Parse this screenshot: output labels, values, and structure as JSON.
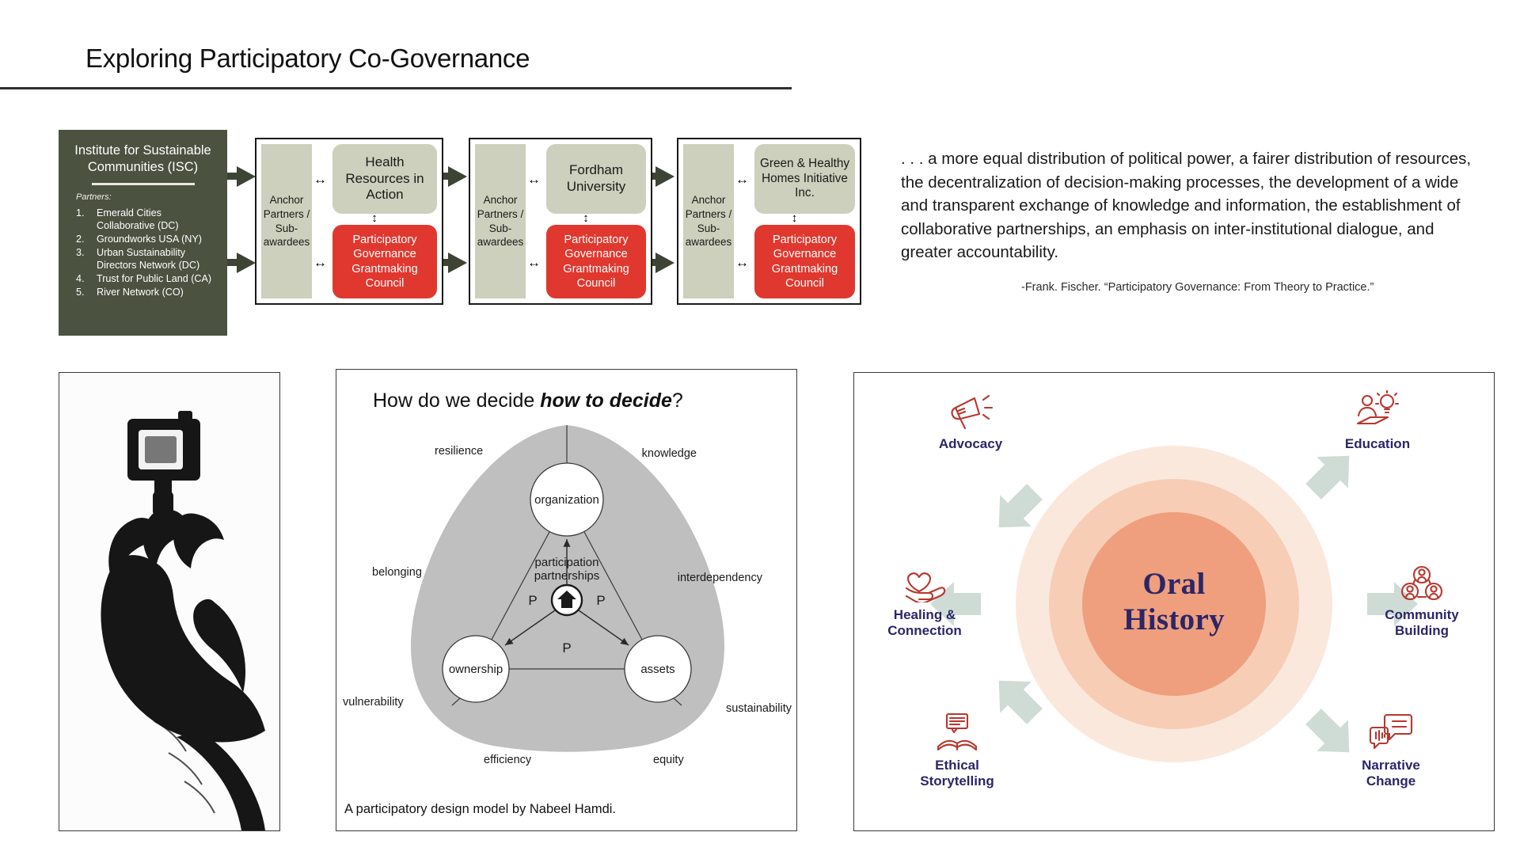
{
  "slide": {
    "title": "Exploring Participatory Co-Governance"
  },
  "isc": {
    "title": "Institute for Sustainable Communities (ISC)",
    "partners_label": "Partners:",
    "partners": [
      {
        "num": "1.",
        "text": "Emerald Cities Collaborative (DC)"
      },
      {
        "num": "2.",
        "text": "Groundworks USA (NY)"
      },
      {
        "num": "3.",
        "text": "Urban Sustainability Directors Network (DC)"
      },
      {
        "num": "4.",
        "text": "Trust for Public Land (CA)"
      },
      {
        "num": "5.",
        "text": "River Network (CO)"
      }
    ]
  },
  "flow": {
    "anchor_label": "Anchor Partners / Sub-awardees",
    "council_label": "Participatory Governance Grantmaking Council",
    "h_arrow_glyph": "↔",
    "v_arrow_glyph": "↕",
    "groups": [
      {
        "org": "Health Resources in Action"
      },
      {
        "org": "Fordham University"
      },
      {
        "org": "Green & Healthy Homes Initiative Inc."
      }
    ]
  },
  "quote": {
    "text": ". . . a more equal distribution of political power, a fairer distribution of resources, the decentralization of decision-making processes, the development of a wide and transparent exchange of knowledge and information, the establishment of collaborative partnerships, an emphasis on inter-institutional dialogue, and greater accountability.",
    "attribution": "-Frank. Fischer. “Participatory Governance: From Theory to Practice.”"
  },
  "photo_panel": {
    "alt": "hand-holding-camera-illustration"
  },
  "hamdi": {
    "title_plain": "How do we decide ",
    "title_emphasis": "how to decide",
    "title_suffix": "?",
    "caption": "A participatory design model by Nabeel Hamdi.",
    "nodes": [
      "organization",
      "ownership",
      "assets"
    ],
    "center_label_line1": "participation",
    "center_label_line2": "partnerships",
    "p_labels": [
      "P",
      "P",
      "P"
    ],
    "outer_labels": {
      "top_left": "resilience",
      "top_right": "knowledge",
      "mid_left": "belonging",
      "mid_right": "interdependency",
      "low_left": "vulnerability",
      "low_right": "sustainability",
      "bottom_left": "efficiency",
      "bottom_right": "equity"
    }
  },
  "oral_history": {
    "center": "Oral\nHistory",
    "center_line1": "Oral",
    "center_line2": "History",
    "nodes": [
      {
        "label": "Advocacy",
        "icon": "megaphone-icon"
      },
      {
        "label": "Education",
        "icon": "person-lightbulb-icon"
      },
      {
        "label": "Community\nBuilding",
        "icon": "three-people-icon"
      },
      {
        "label": "Narrative\nChange",
        "icon": "speech-bubbles-icon"
      },
      {
        "label": "Ethical\nStorytelling",
        "icon": "open-book-icon"
      },
      {
        "label": "Healing &\nConnection",
        "icon": "hand-heart-icon"
      }
    ]
  },
  "colors": {
    "isc_green": "#4b5240",
    "sage": "#ccd0bc",
    "council_red": "#e0382f",
    "navy": "#2b2668",
    "brick": "#b8372e",
    "arrow_sage": "#cfdcd6",
    "salmon_inner": "#ef9f7d",
    "salmon_mid": "#f6cbb4",
    "salmon_outer": "#fae2d7"
  }
}
